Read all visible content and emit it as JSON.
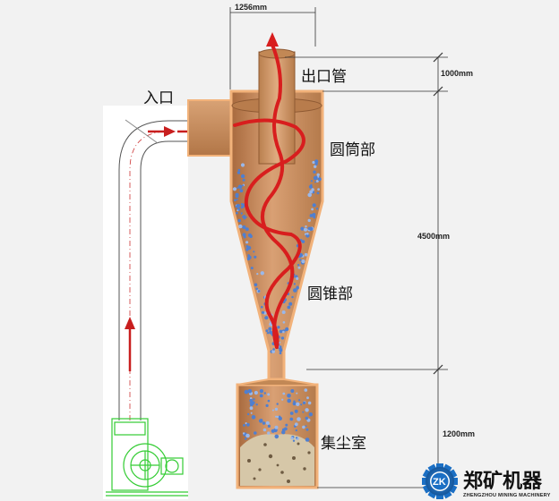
{
  "dimensions": {
    "top_width": "1256mm",
    "outlet_height": "1000mm",
    "body_height": "4500mm",
    "hopper_height": "1200mm"
  },
  "labels": {
    "inlet": "入口",
    "outlet_pipe": "出口管",
    "cylinder": "圆筒部",
    "cone": "圆锥部",
    "dust_chamber": "集尘室"
  },
  "logo": {
    "mark": "ZK",
    "name": "郑矿机器",
    "subtitle": "ZHENGZHOU MINING MACHINERY"
  },
  "colors": {
    "body": "#c98e5f",
    "outline": "#f2b27a",
    "spiral": "#d81e1e",
    "dust": "#4f7fd0",
    "fan": "#33cc33",
    "logo": "#1b6fc4"
  }
}
